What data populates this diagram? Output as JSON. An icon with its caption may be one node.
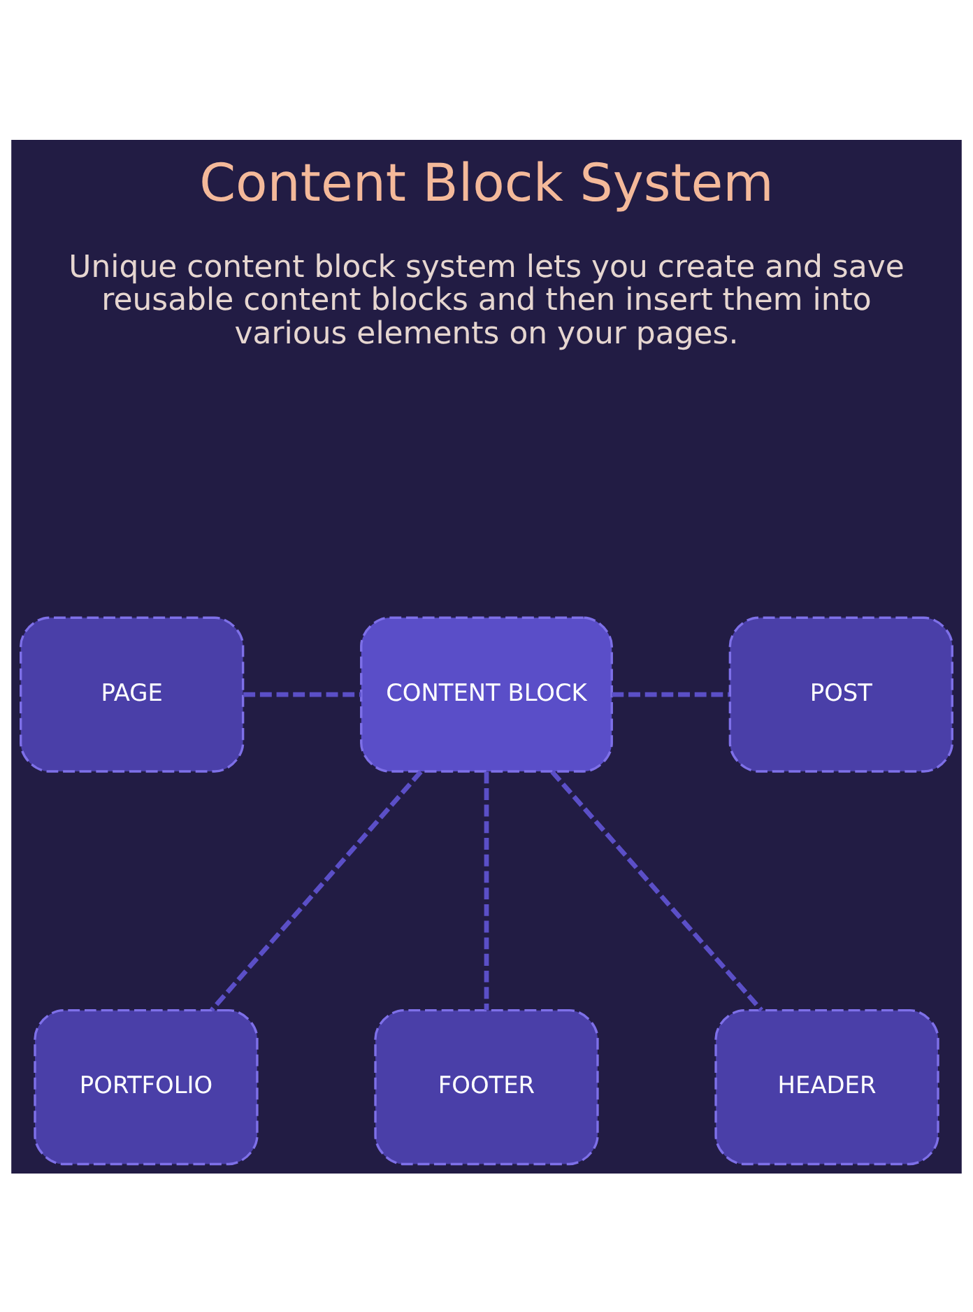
{
  "diagram": {
    "title": "Content Block System",
    "nodes": [
      {
        "text": [
          "PAGE"
        ]
      },
      {
        "text": [
          "CONTENT BLOCK"
        ]
      },
      {
        "text": [
          "POST"
        ]
      },
      {
        "text": [
          "PORTFOLIO"
        ]
      },
      {
        "text": [
          "FOOTER"
        ]
      },
      {
        "text": [
          "HEADER"
        ]
      }
    ],
    "edges": [
      {
        "from": 0,
        "to": 1,
        "arrow": "none",
        "style": "dashed"
      },
      {
        "from": 1,
        "to": 2,
        "arrow": "none",
        "style": "dashed"
      },
      {
        "from": 1,
        "to": 3,
        "arrow": "none",
        "style": "dashed"
      },
      {
        "from": 1,
        "to": 4,
        "arrow": "none",
        "style": "dashed"
      },
      {
        "from": 1,
        "to": 5,
        "arrow": "none",
        "style": "dashed"
      }
    ],
    "labels": [
      "Unique content block system lets you create and save reusable content blocks and then insert them into various elements on your pages."
    ]
  }
}
